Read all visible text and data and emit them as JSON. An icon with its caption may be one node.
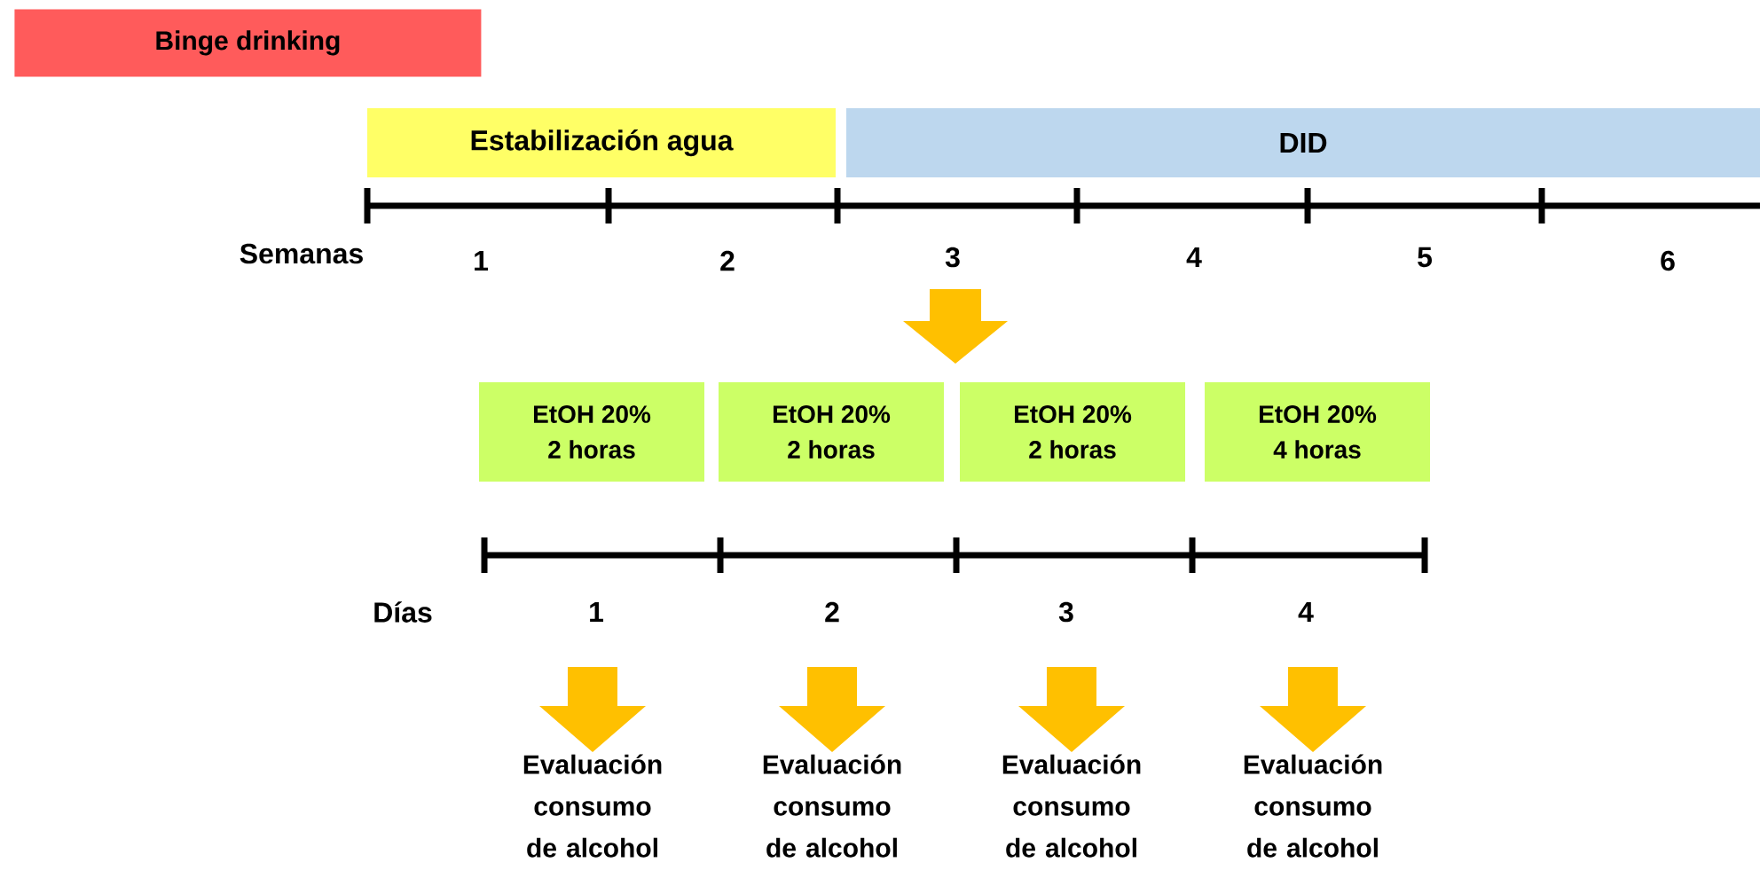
{
  "diagram": {
    "title": "Binge drinking",
    "nodes": [
      {
        "text": [
          "Estabilización agua"
        ]
      },
      {
        "text": [
          "DID"
        ]
      },
      {
        "text": [
          "EtOH 20%",
          "2 horas"
        ]
      },
      {
        "text": [
          "EtOH 20%",
          "2 horas"
        ]
      },
      {
        "text": [
          "EtOH 20%",
          "2 horas"
        ]
      },
      {
        "text": [
          "EtOH 20%",
          "4 horas"
        ]
      },
      {
        "text": [
          "Evaluación consumo de alcohol"
        ]
      },
      {
        "text": [
          "Evaluación consumo de alcohol"
        ]
      },
      {
        "text": [
          "Evaluación consumo de alcohol"
        ]
      },
      {
        "text": [
          "Evaluación consumo de alcohol"
        ]
      }
    ],
    "edges": [
      {
        "from": null,
        "to": 6,
        "arrow": "to"
      },
      {
        "from": null,
        "to": 7,
        "arrow": "to"
      },
      {
        "from": null,
        "to": 8,
        "arrow": "to"
      },
      {
        "from": null,
        "to": 9,
        "arrow": "to"
      }
    ],
    "labels": [
      "Semanas",
      "1",
      "2",
      "3",
      "4",
      "5",
      "6",
      "Días",
      "1",
      "2",
      "3",
      "4"
    ]
  }
}
